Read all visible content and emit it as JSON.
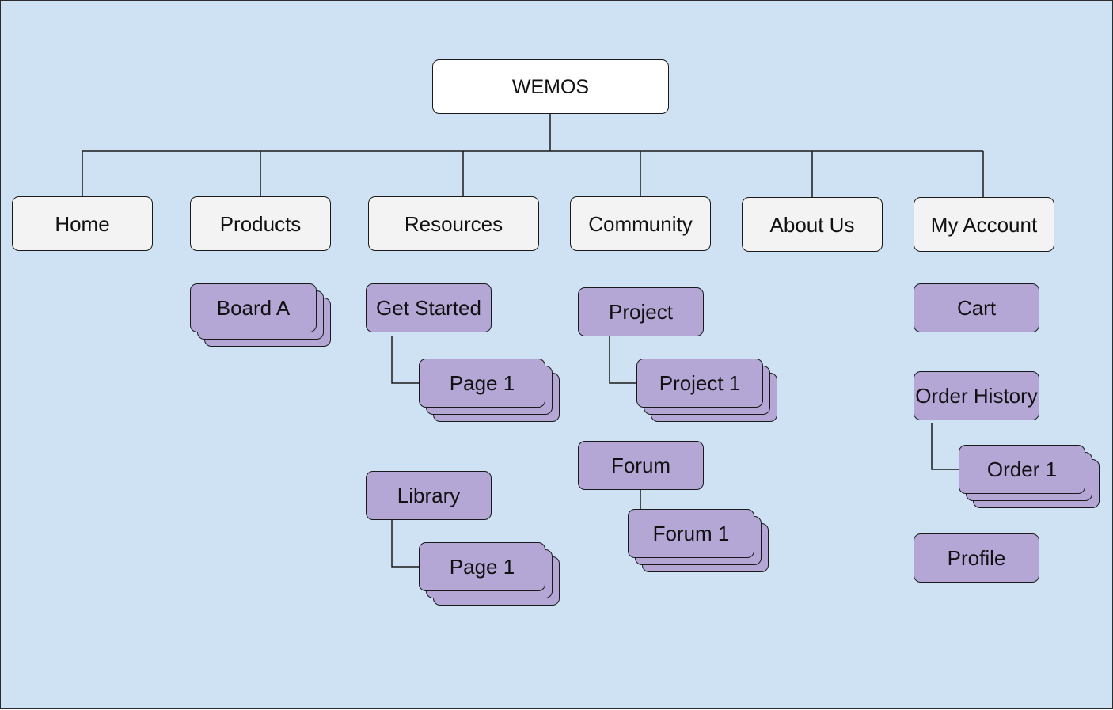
{
  "colors": {
    "background": "#cfe2f3",
    "root_fill": "#ffffff",
    "nav_fill": "#f3f3f3",
    "sub_fill": "#b4a7d6",
    "stroke": "#1a1a1a"
  },
  "root": {
    "label": "WEMOS"
  },
  "nav": [
    {
      "id": "home",
      "label": "Home"
    },
    {
      "id": "products",
      "label": "Products"
    },
    {
      "id": "resources",
      "label": "Resources"
    },
    {
      "id": "community",
      "label": "Community"
    },
    {
      "id": "about",
      "label": "About Us"
    },
    {
      "id": "account",
      "label": "My Account"
    }
  ],
  "products": {
    "board_a": {
      "label": "Board A",
      "stacked": true
    }
  },
  "resources": {
    "get_started": {
      "label": "Get Started",
      "child": {
        "label": "Page 1",
        "stacked": true
      }
    },
    "library": {
      "label": "Library",
      "child": {
        "label": "Page 1",
        "stacked": true
      }
    }
  },
  "community": {
    "project": {
      "label": "Project",
      "child": {
        "label": "Project 1",
        "stacked": true
      }
    },
    "forum": {
      "label": "Forum",
      "child": {
        "label": "Forum 1",
        "stacked": true
      }
    }
  },
  "account": {
    "cart": {
      "label": "Cart"
    },
    "order_history": {
      "label": "Order History",
      "child": {
        "label": "Order 1",
        "stacked": true
      }
    },
    "profile": {
      "label": "Profile"
    }
  }
}
